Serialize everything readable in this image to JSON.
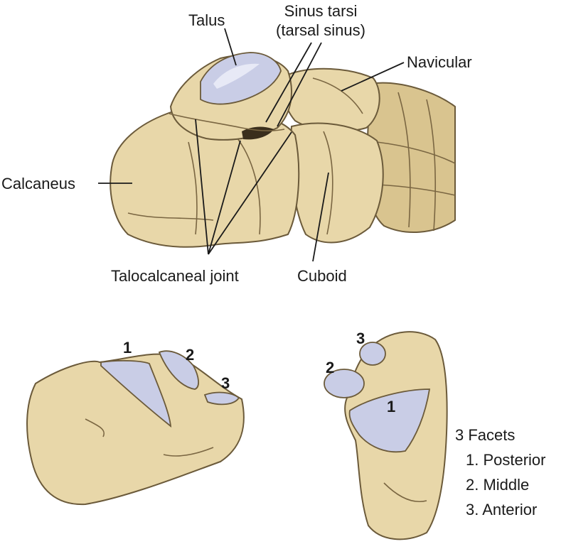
{
  "colors": {
    "bone": "#e8d7a9",
    "bone_shadow": "#d9c48f",
    "bone_outline": "#6b5a3a",
    "cartilage_facet": "#c9cde6",
    "label_text": "#1a1a1a"
  },
  "labels": {
    "talus": "Talus",
    "sinus_tarsi_1": "Sinus tarsi",
    "sinus_tarsi_2": "(tarsal sinus)",
    "navicular": "Navicular",
    "calcaneus": "Calcaneus",
    "talocalcaneal_joint": "Talocalcaneal joint",
    "cuboid": "Cuboid"
  },
  "facet_numbers": {
    "left": [
      "1",
      "2",
      "3"
    ],
    "right": [
      "3",
      "2",
      "1"
    ]
  },
  "legend": {
    "title": "3 Facets",
    "items": [
      "1. Posterior",
      "2. Middle",
      "3. Anterior"
    ]
  }
}
